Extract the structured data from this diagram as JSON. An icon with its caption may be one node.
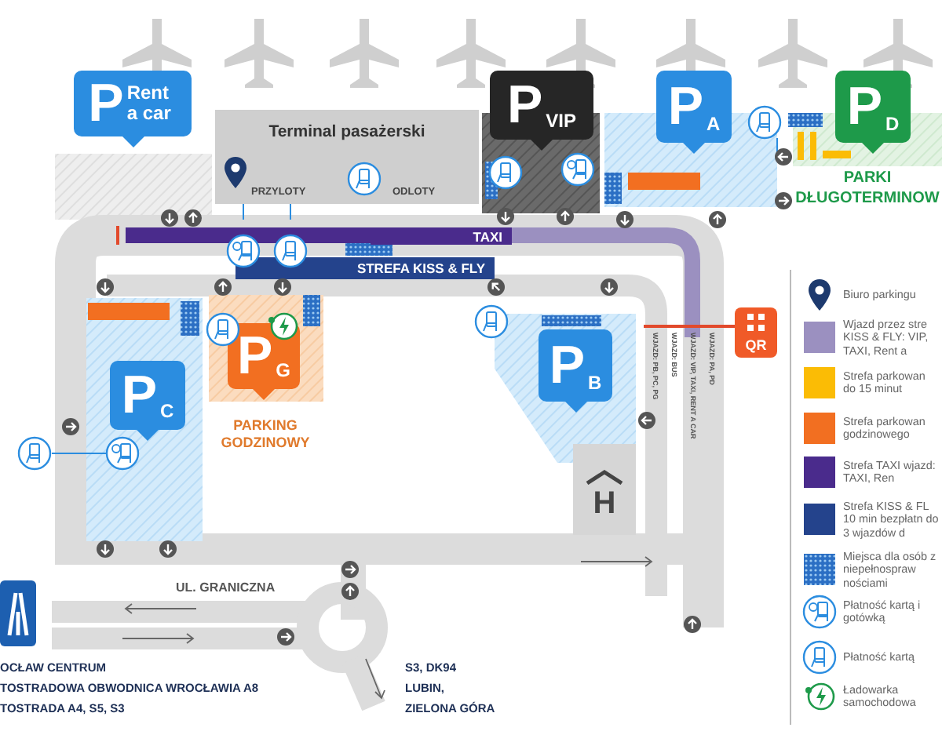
{
  "diagram": {
    "nodes": [
      {
        "text": [
          "Terminal pasażerski"
        ]
      },
      {
        "text": [
          "P",
          "Rent a car"
        ]
      },
      {
        "text": [
          "P",
          "VIP"
        ]
      },
      {
        "text": [
          "P",
          "A"
        ]
      },
      {
        "text": [
          "P",
          "D"
        ]
      },
      {
        "text": [
          "TAXI"
        ]
      },
      {
        "text": [
          "STREFA KISS & FLY"
        ]
      },
      {
        "text": [
          "P",
          "C"
        ]
      },
      {
        "text": [
          "P",
          "G"
        ]
      },
      {
        "text": [
          "P",
          "B"
        ]
      },
      {
        "text": [
          "H"
        ]
      },
      {
        "text": [
          "QR"
        ]
      }
    ],
    "labels": [
      "PRZYLOTY",
      "ODLOTY",
      "PARKI DŁUGOTERMINOW",
      "PARKING GODZINOWY",
      "UL. GRANICZNA",
      "WJAZD: PB, PC, PG",
      "WJAZD: BUS",
      "WJAZD: VIP, TAXI, RENT A CAR",
      "WJAZD: PA, PD",
      "OCŁAW CENTRUM",
      "TOSTRADOWA OBWODNICA WROCŁAWIA A8",
      "TOSTRADA A4, S5, S3",
      "S3, DK94",
      "LUBIN,",
      "ZIELONA GÓRA"
    ],
    "legend": [
      {
        "text": "Biuro parkingu"
      },
      {
        "text": "Wjazd przez stre KISS & FLY: VIP, TAXI, Rent a",
        "color": "#9b90c0"
      },
      {
        "text": "Strefa parkowan do 15 minut",
        "color": "#fbbc05"
      },
      {
        "text": "Strefa parkowan godzinowego",
        "color": "#f26f21"
      },
      {
        "text": "Strefa TAXI wjazd: TAXI, Ren",
        "color": "#4a2b8c"
      },
      {
        "text": "Strefa KISS & FL 10 min bezpłatn do 3 wjazdów d",
        "color": "#24438c"
      },
      {
        "text": "Miejsca dla osób z niepełnospraw nościami"
      },
      {
        "text": "Płatność kartą i gotówką"
      },
      {
        "text": "Płatność kartą"
      },
      {
        "text": "Ładowarka samochodowa"
      }
    ]
  }
}
